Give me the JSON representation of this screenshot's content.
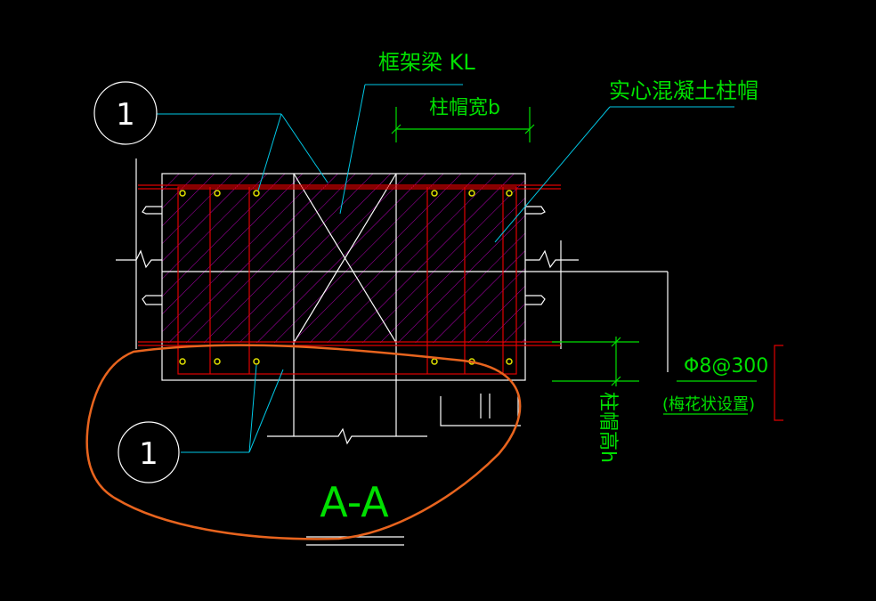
{
  "labels": {
    "frame_beam": "框架梁 KL",
    "cap_width": "柱帽宽b",
    "solid_concrete_cap": "实心混凝土柱帽",
    "callout_top": "1",
    "callout_bottom": "1",
    "rebar_spec": "Φ8@300",
    "rebar_note": "(梅花状设置)",
    "cap_height": "柱帽高h",
    "section_title": "A-A"
  },
  "colors": {
    "background": "#000000",
    "green": "#00e000",
    "white": "#ffffff",
    "cyan": "#00c8e6",
    "red": "#e00000",
    "magenta": "#b000b0",
    "yellow": "#e0e000",
    "orange": "#e8641e"
  }
}
